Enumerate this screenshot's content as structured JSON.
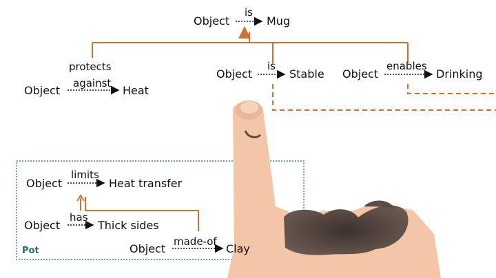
{
  "diagram": {
    "root": {
      "subject": "Object",
      "relation": "is",
      "object": "Mug"
    },
    "branches": [
      {
        "subject": "Object",
        "relation_line1": "protects",
        "relation_line2": "against",
        "object": "Heat"
      },
      {
        "subject": "Object",
        "relation": "is",
        "object": "Stable"
      },
      {
        "subject": "Object",
        "relation": "enables",
        "object": "Drinking"
      }
    ],
    "pot_box": {
      "title": "Pot",
      "rows": [
        {
          "subject": "Object",
          "relation": "limits",
          "object": "Heat transfer"
        },
        {
          "subject": "Object",
          "relation": "has",
          "object": "Thick sides"
        },
        {
          "subject": "Object",
          "relation": "made-of",
          "object": "Clay"
        }
      ]
    }
  },
  "colors": {
    "tree_line": "#d2702f",
    "arrow": "#111111",
    "box_border": "#2e8b7f",
    "box_title": "#1f6e6e",
    "skin": "#f2c6a6",
    "paint": "#4a3a34"
  }
}
